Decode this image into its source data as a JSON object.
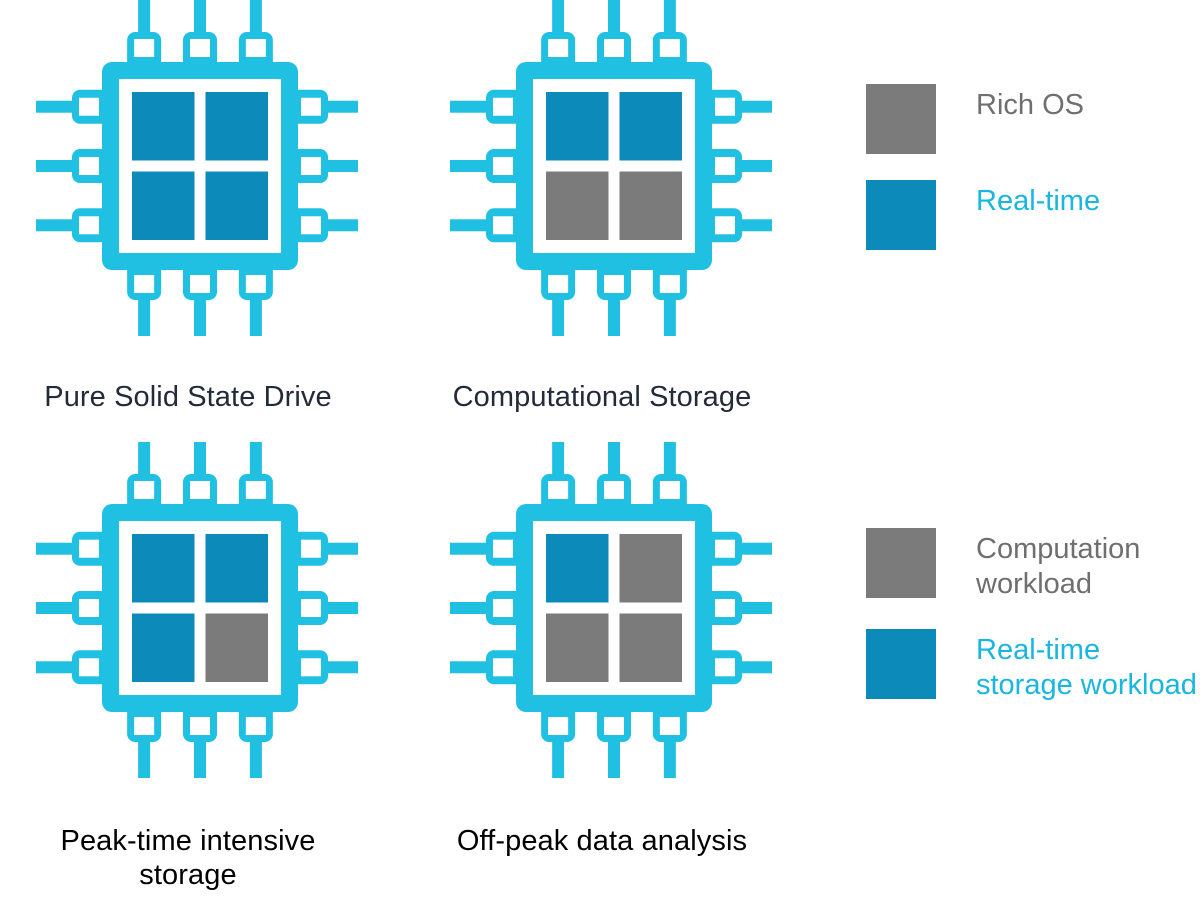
{
  "colors": {
    "background": "#ffffff",
    "chip_frame_cyan": "#1fc0e2",
    "quadrant_blue": "#0c8bba",
    "quadrant_gray": "#7b7b7b",
    "legend_gray_text": "#6f6f6f",
    "legend_cyan_text": "#19b6e0",
    "caption_dark": "#222b3a",
    "caption_black": "#000000"
  },
  "diagram": {
    "title_visible": false,
    "chips": [
      {
        "id": "pure-solid-state-drive",
        "caption": "Pure Solid State Drive",
        "caption_color": "caption_dark",
        "quadrants": [
          {
            "position": "top-left",
            "fill": "quadrant_blue",
            "role": "Real-time"
          },
          {
            "position": "top-right",
            "fill": "quadrant_blue",
            "role": "Real-time"
          },
          {
            "position": "bottom-left",
            "fill": "quadrant_blue",
            "role": "Real-time"
          },
          {
            "position": "bottom-right",
            "fill": "quadrant_blue",
            "role": "Real-time"
          }
        ]
      },
      {
        "id": "computational-storage",
        "caption": "Computational Storage",
        "caption_color": "caption_dark",
        "quadrants": [
          {
            "position": "top-left",
            "fill": "quadrant_blue",
            "role": "Real-time"
          },
          {
            "position": "top-right",
            "fill": "quadrant_blue",
            "role": "Real-time"
          },
          {
            "position": "bottom-left",
            "fill": "quadrant_gray",
            "role": "Rich OS"
          },
          {
            "position": "bottom-right",
            "fill": "quadrant_gray",
            "role": "Rich OS"
          }
        ]
      },
      {
        "id": "peak-time-intensive-storage",
        "caption": "Peak-time intensive\nstorage",
        "caption_color": "caption_black",
        "quadrants": [
          {
            "position": "top-left",
            "fill": "quadrant_blue",
            "role": "Real-time storage workload"
          },
          {
            "position": "top-right",
            "fill": "quadrant_blue",
            "role": "Real-time storage workload"
          },
          {
            "position": "bottom-left",
            "fill": "quadrant_blue",
            "role": "Real-time storage workload"
          },
          {
            "position": "bottom-right",
            "fill": "quadrant_gray",
            "role": "Computation workload"
          }
        ]
      },
      {
        "id": "off-peak-data-analysis",
        "caption": "Off-peak data analysis",
        "caption_color": "caption_black",
        "quadrants": [
          {
            "position": "top-left",
            "fill": "quadrant_blue",
            "role": "Real-time storage workload"
          },
          {
            "position": "top-right",
            "fill": "quadrant_gray",
            "role": "Computation workload"
          },
          {
            "position": "bottom-left",
            "fill": "quadrant_gray",
            "role": "Computation workload"
          },
          {
            "position": "bottom-right",
            "fill": "quadrant_gray",
            "role": "Computation workload"
          }
        ]
      }
    ]
  },
  "legends": [
    {
      "id": "legend-top",
      "items": [
        {
          "label": "Rich OS",
          "swatch": "quadrant_gray",
          "text_style": "gray"
        },
        {
          "label": "Real-time",
          "swatch": "quadrant_blue",
          "text_style": "cyan"
        }
      ]
    },
    {
      "id": "legend-bottom",
      "items": [
        {
          "label": "Computation\nworkload",
          "swatch": "quadrant_gray",
          "text_style": "gray"
        },
        {
          "label": "Real-time\nstorage workload",
          "swatch": "quadrant_blue",
          "text_style": "cyan"
        }
      ]
    }
  ]
}
